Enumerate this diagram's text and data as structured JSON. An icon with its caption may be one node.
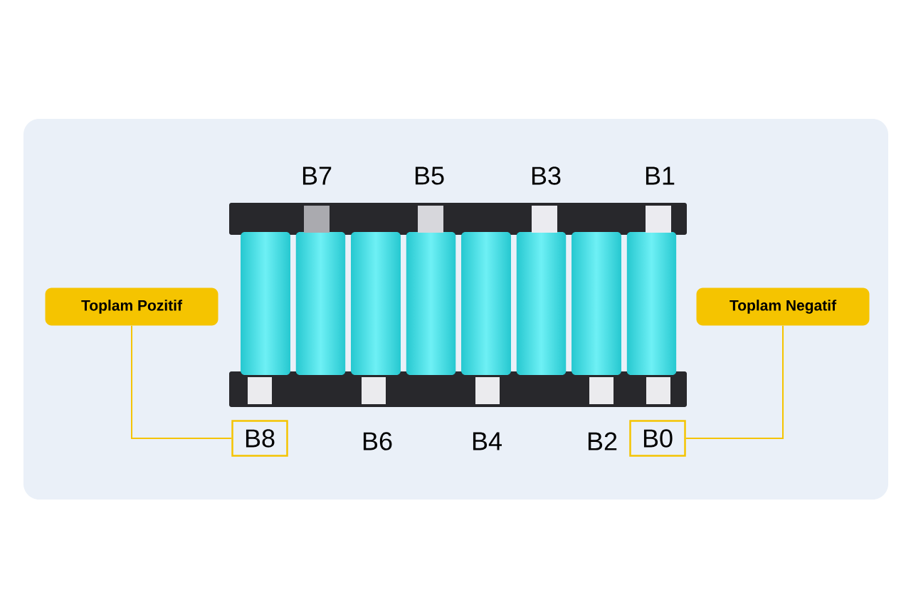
{
  "diagram": {
    "nodes": [
      {
        "text": [
          "Toplam Pozitif"
        ]
      },
      {
        "text": [
          "B8"
        ]
      },
      {
        "text": [
          "Toplam Negatif"
        ]
      },
      {
        "text": [
          "B0"
        ]
      }
    ],
    "edges": [
      {
        "from": 0,
        "to": 1,
        "arrow": "none"
      },
      {
        "from": 2,
        "to": 3,
        "arrow": "none"
      }
    ],
    "labels": [
      "B7",
      "B5",
      "B3",
      "B1",
      "B6",
      "B4",
      "B2"
    ]
  }
}
